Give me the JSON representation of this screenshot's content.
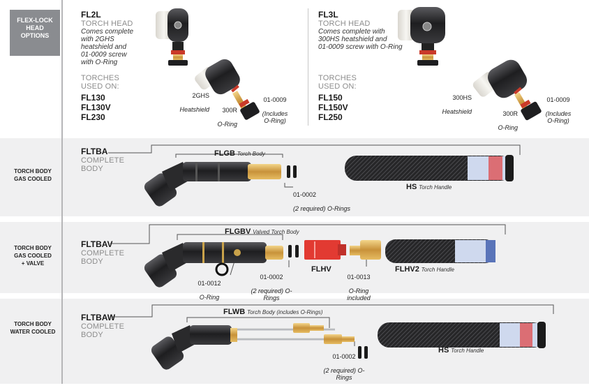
{
  "sections": {
    "head": {
      "tab_label": "FLEX-LOCK\nHEAD\nOPTIONS",
      "fl2l": {
        "code": "FL2L",
        "subtitle": "TORCH HEAD",
        "desc": "Comes complete\nwith 2GHS\nheatshield and\n01-0009 screw\nwith O-Ring",
        "used_label": "TORCHES\nUSED ON:",
        "torches": [
          "FL130",
          "FL130V",
          "FL230"
        ],
        "heatshield_code": "2GHS",
        "heatshield_label": "Heatshield",
        "oring_code": "300R",
        "oring_label": "O-Ring",
        "screw_code": "01-0009",
        "screw_label": "(Includes\nO-Ring)"
      },
      "fl3l": {
        "code": "FL3L",
        "subtitle": "TORCH HEAD",
        "desc": "Comes complete with\n300HS heatshield and\n01-0009 screw with O-Ring",
        "used_label": "TORCHES\nUSED ON:",
        "torches": [
          "FL150",
          "FL150V",
          "FL250"
        ],
        "heatshield_code": "300HS",
        "heatshield_label": "Heatshield",
        "oring_code": "300R",
        "oring_label": "O-Ring",
        "screw_code": "01-0009",
        "screw_label": "(Includes\nO-Ring)"
      }
    },
    "gas": {
      "category": "TORCH BODY\nGAS COOLED",
      "code": "FLTBA",
      "subtitle": "COMPLETE\nBODY",
      "body_code": "FLGB",
      "body_label": "Torch Body",
      "oring_code": "01-0002",
      "oring_label": "(2 required) O-Rings",
      "handle_code": "HS",
      "handle_label": "Torch Handle"
    },
    "valve": {
      "category": "TORCH BODY\nGAS COOLED\n+ VALVE",
      "code": "FLTBAV",
      "subtitle": "COMPLETE\nBODY",
      "body_code": "FLGBV",
      "body_label": "Valved Torch Body",
      "oring12_code": "01-0012",
      "oring12_label": "O-Ring",
      "oring_code": "01-0002",
      "oring_label": "(2 required) O-Rings",
      "valve_code": "FLHV",
      "adapter_code": "01-0013",
      "adapter_label": "O-Ring included",
      "handle_code": "FLHV2",
      "handle_label": "Torch Handle"
    },
    "water": {
      "category": "TORCH BODY\nWATER COOLED",
      "code": "FLTBAW",
      "subtitle": "COMPLETE\nBODY",
      "body_code": "FLWB",
      "body_label": "Torch Body (includes O-Rings)",
      "oring_code": "01-0002",
      "oring_label": "(2 required) O-Rings",
      "handle_code": "HS",
      "handle_label": "Torch Handle"
    }
  },
  "colors": {
    "band": "#f0f0f1",
    "tab": "#8a8c90",
    "valve_red": "#e23a32",
    "brass": "#d8a94a",
    "dark": "#2c2c2e"
  }
}
